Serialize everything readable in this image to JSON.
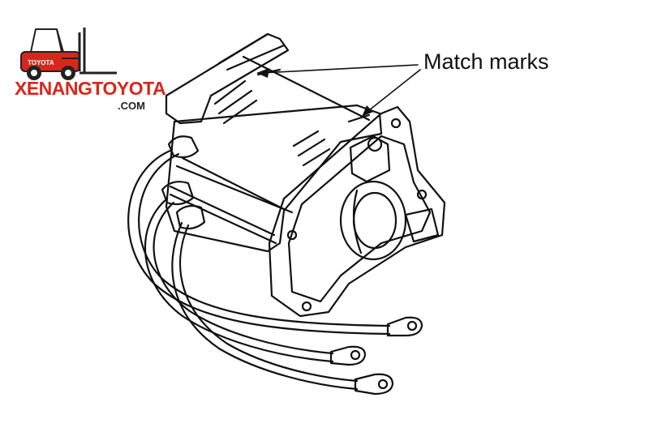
{
  "logo": {
    "brand": "XENANGTOYOTA",
    "suffix": ".COM",
    "badge": "TOYOTA",
    "primary_color": "#d9261c",
    "icon": "forklift-icon"
  },
  "diagram": {
    "callout_label": "Match marks",
    "subject": "motor-assembly-icon"
  }
}
